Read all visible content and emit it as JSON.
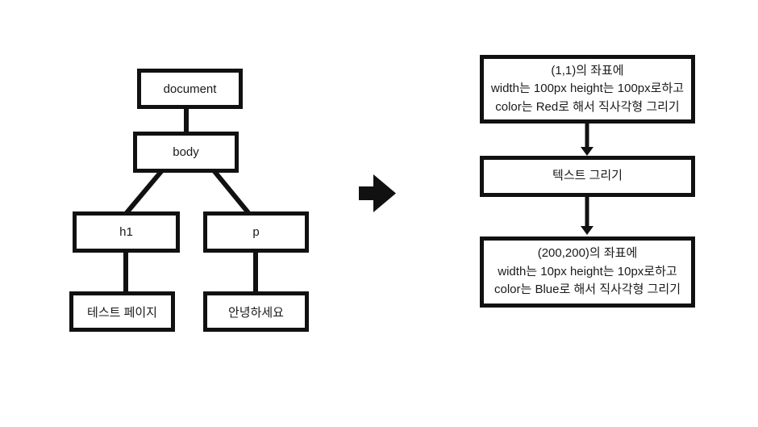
{
  "diagram": {
    "title": "dom-tree-to-canvas-flowchart",
    "colors": {
      "stroke": "#111111",
      "background": "#ffffff",
      "text": "#1a1a1a"
    },
    "tree": {
      "nodes": [
        {
          "id": "document",
          "label": "document"
        },
        {
          "id": "body",
          "label": "body"
        },
        {
          "id": "h1",
          "label": "h1"
        },
        {
          "id": "p",
          "label": "p"
        },
        {
          "id": "h1-text",
          "label": "테스트 페이지"
        },
        {
          "id": "p-text",
          "label": "안녕하세요"
        }
      ]
    },
    "icons": {
      "transform_arrow": "solid-right-arrow"
    },
    "flowchart": {
      "steps": [
        {
          "lines": [
            "(1,1)의 좌표에",
            "width는 100px height는 100px로하고",
            "color는 Red로 해서 직사각형 그리기"
          ]
        },
        {
          "lines": [
            "텍스트 그리기"
          ]
        },
        {
          "lines": [
            "(200,200)의 좌표에",
            "width는 10px height는 10px로하고",
            "color는 Blue로 해서 직사각형 그리기"
          ]
        }
      ]
    }
  }
}
